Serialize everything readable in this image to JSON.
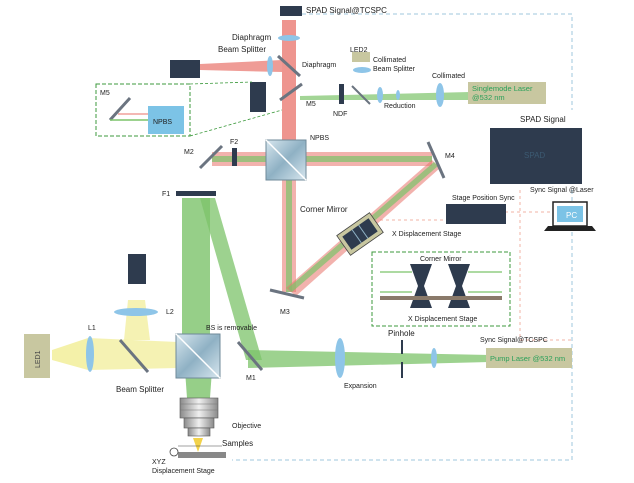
{
  "labels": {
    "spad_top": "SPAD Signal@TCSPC",
    "diaphragm_top": "Diaphragm",
    "beam_splitter_top": "Beam Splitter",
    "led2": "LED2",
    "diaphragm_mid": "Diaphragm",
    "collimated_bs": "Collimated\nBeam Splitter",
    "collimated": "Collimated",
    "reduction": "Reduction",
    "ndf": "NDF",
    "m5_inset": "M5",
    "m5_main": "M5",
    "npbs_inset": "NPBS",
    "npbs_main": "NPBS",
    "singlemode_laser": "Singlemode Laser\n@532 nm",
    "spad_signal": "SPAD Signal",
    "spad_box": "SPAD",
    "m2": "M2",
    "f2": "F2",
    "m4": "M4",
    "f1": "F1",
    "stage_position_sync": "Stage Position Sync",
    "sync_signal_laser": "Sync Signal @Laser",
    "pc": "PC",
    "corner_mirror_main": "Corner Mirror",
    "x_displacement_main": "X Displacement Stage",
    "corner_mirror_inset": "Corner Mirror",
    "x_displacement_inset": "X Displacement Stage",
    "l2": "L2",
    "l1": "L1",
    "m3": "M3",
    "led1": "LED1",
    "bs_removable": "BS is removable",
    "pinhole": "Pinhole",
    "beam_splitter_bottom": "Beam Splitter",
    "m1": "M1",
    "expansion": "Expansion",
    "sync_signal_tcspc": "Sync Signal@TCSPC",
    "pump_laser": "Pump Laser @532 nm",
    "objective": "Objective",
    "samples": "Samples",
    "xyz_stage": "XYZ\nDisplacement Stage"
  },
  "colors": {
    "green_beam": "#7cc36a",
    "red_beam": "#e8726a",
    "yellow_beam": "#f2ee9a",
    "mirror": "#6b7480",
    "detector": "#2e3b4e",
    "laser_box": "#c8c7a0",
    "laser_text": "#2aa05a",
    "lens": "#8ec5e8",
    "inset_border": "#3c9a3c",
    "signal_line": "#9fc7de",
    "sync_line": "#f2b3a5"
  }
}
